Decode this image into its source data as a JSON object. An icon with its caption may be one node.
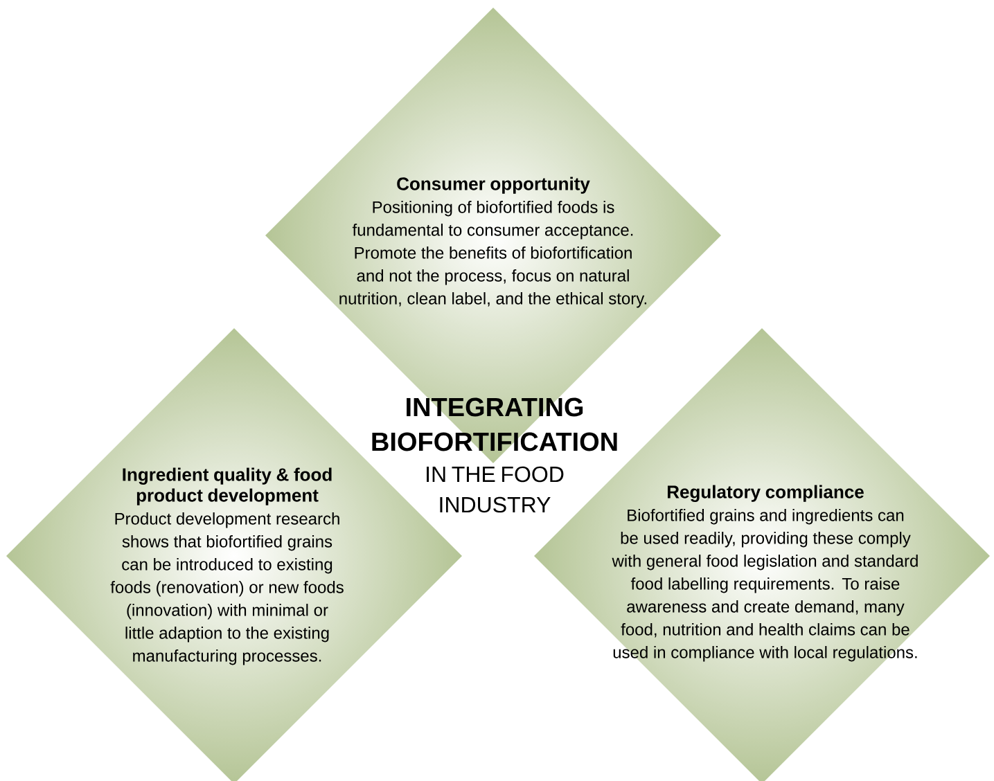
{
  "diagram": {
    "title": "INTEGRATING BIOFORTIFICATION",
    "nodes": [
      {
        "text": [
          "Consumer opportunity",
          "Positioning of biofortified foods is fundamental to consumer acceptance. Promote the benefits of biofortification and not the process, focus on natural nutrition, clean label, and the ethical story."
        ]
      },
      {
        "text": [
          "Ingredient quality & food product development",
          "Product development research shows that biofortified grains can be introduced to existing foods (renovation) or new foods (innovation) with minimal or little adaption to the existing manufacturing processes."
        ]
      },
      {
        "text": [
          "Regulatory compliance",
          "Biofortified grains and ingredients can be used readily, providing these comply with general food legislation and standard food labelling requirements. To raise awareness and create demand, many food, nutrition and health claims can be used in compliance with local regulations."
        ]
      }
    ],
    "labels": [
      "IN THE FOOD INDUSTRY"
    ]
  }
}
